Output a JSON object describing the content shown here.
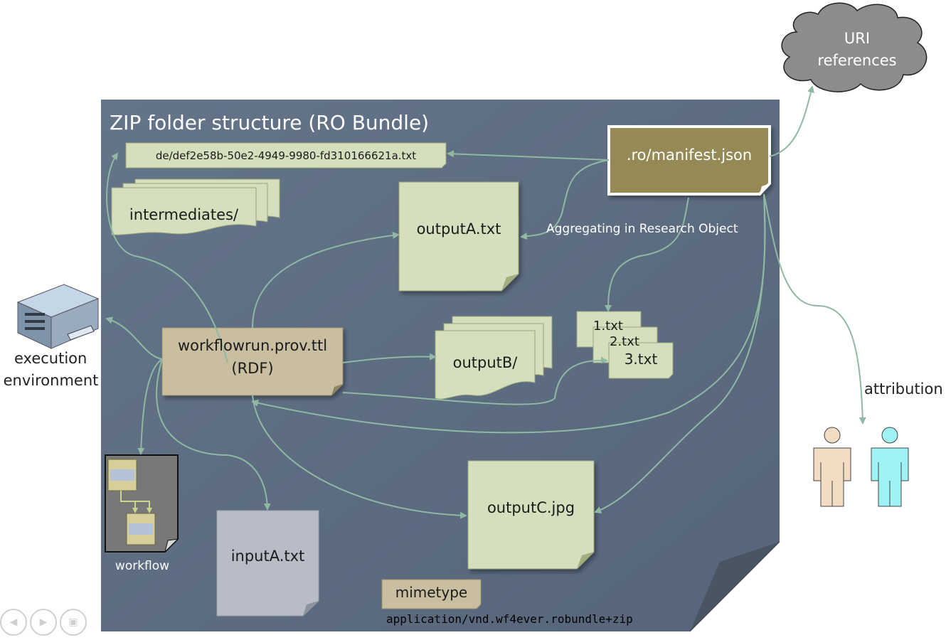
{
  "cloud": {
    "line1": "URI",
    "line2": "references"
  },
  "bundle": {
    "title": "ZIP folder structure (RO Bundle)"
  },
  "files": {
    "uuid_file": "de/def2e58b-50e2-4949-9980-fd310166621a.txt",
    "manifest": ".ro/manifest.json",
    "intermediates": "intermediates/",
    "outputA": "outputA.txt",
    "aggregating": "Aggregating in Research Object",
    "file1": "1.txt",
    "file2": "2.txt",
    "file3": "3.txt",
    "outputB": "outputB/",
    "prov_line1": "workflowrun.prov.ttl",
    "prov_line2": "(RDF)",
    "outputC": "outputC.jpg",
    "inputA": "inputA.txt",
    "mimetype": "mimetype",
    "mimetype_value": "application/vnd.wf4ever.robundle+zip"
  },
  "left": {
    "line1": "execution",
    "line2": "environment",
    "workflow": "workflow"
  },
  "right": {
    "attribution": "attribution"
  },
  "colors": {
    "bundle_bg": "#5f6f82",
    "doc_green": "#d6dfbd",
    "prov_tan": "#c9bfa0",
    "manifest_olive": "#958a55",
    "input_grey": "#b8bcc6",
    "arrow": "#8fb9a2",
    "person_tan": "#f3dcc4",
    "person_cyan": "#9ff3f5"
  },
  "icons": [
    "server-icon",
    "workflow-icon",
    "person-icon",
    "cloud-icon",
    "play-icon"
  ]
}
